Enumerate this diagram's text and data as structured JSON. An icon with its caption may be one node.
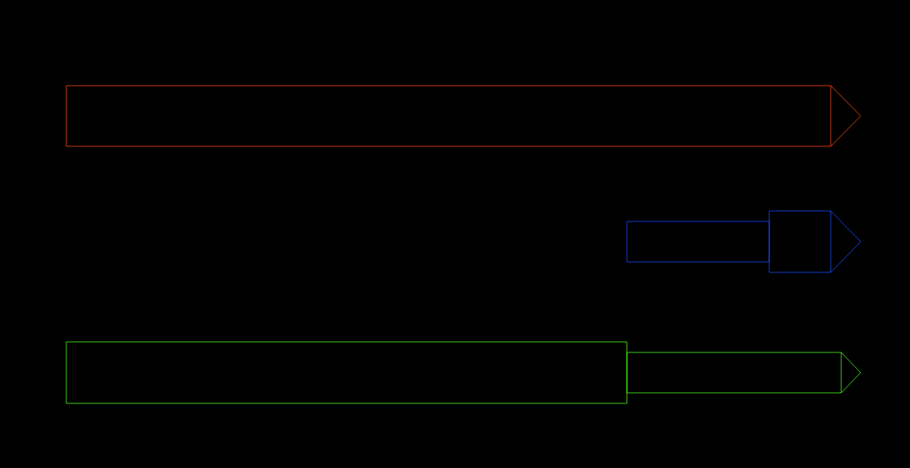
{
  "diagram": {
    "nodes": [
      {
        "text": [],
        "shape": "arrow"
      },
      {
        "text": [],
        "shape": "bar"
      },
      {
        "text": [],
        "shape": "arrow"
      },
      {
        "text": [],
        "shape": "box"
      },
      {
        "text": [],
        "shape": "arrow"
      }
    ]
  }
}
